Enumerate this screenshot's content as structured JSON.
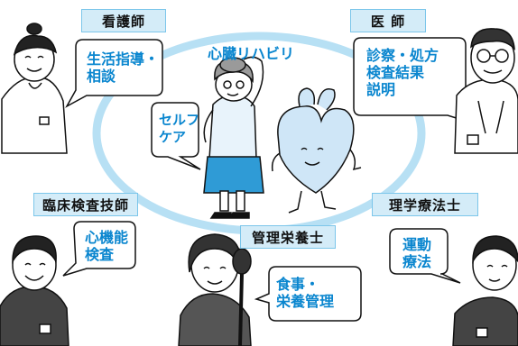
{
  "center": {
    "title": "心臓リハビリ"
  },
  "roles": {
    "nurse": {
      "label": "看護師",
      "bubble": [
        "生活指導・",
        "相談"
      ]
    },
    "doctor": {
      "label": "医 師",
      "bubble": [
        "診察・処方",
        "検査結果",
        "説明"
      ]
    },
    "self_care": {
      "bubble": [
        "セルフ",
        "ケア"
      ]
    },
    "lab_tech": {
      "label": "臨床検査技師",
      "bubble": [
        "心機能",
        "検査"
      ]
    },
    "dietitian": {
      "label": "管理栄養士",
      "bubble": [
        "食事・",
        "栄養管理"
      ]
    },
    "physio": {
      "label": "理学療法士",
      "bubble": [
        "運動",
        "療法"
      ]
    }
  },
  "colors": {
    "accent_text": "#0a86cf",
    "ring": "#b7e0f4",
    "label_fill": "#d4ecf8",
    "label_border": "#7cc6ea",
    "patient_top": "#e8f3fb",
    "patient_skirt": "#2f9bd6",
    "heart": "#cfe6f7"
  },
  "icons": [
    "nurse-figure",
    "doctor-figure",
    "patient-figure",
    "heart-mascot",
    "lab-tech-figure",
    "dietitian-figure",
    "physio-figure"
  ]
}
